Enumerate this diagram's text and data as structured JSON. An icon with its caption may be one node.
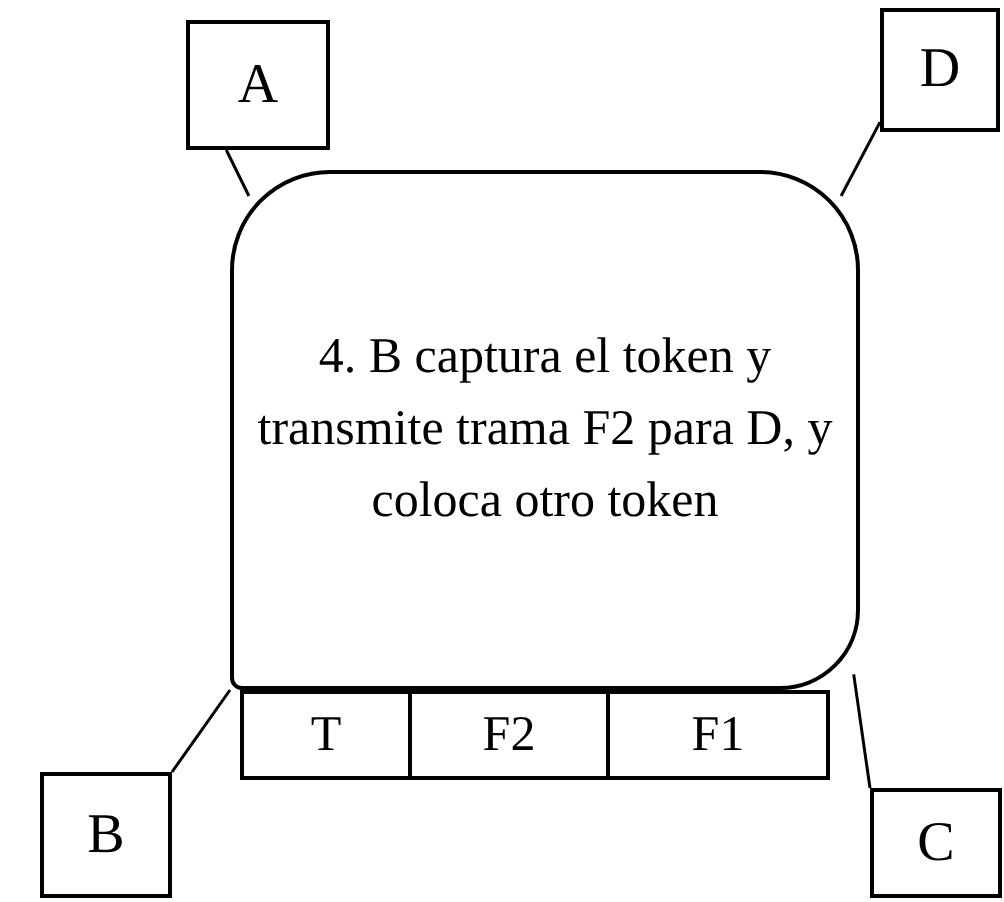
{
  "diagram": {
    "nodes": [
      {
        "text": [
          "A"
        ]
      },
      {
        "text": [
          "D"
        ]
      },
      {
        "text": [
          "4. B captura el token y transmite trama F2 para D, y coloca otro token"
        ]
      },
      {
        "text": [
          "T"
        ]
      },
      {
        "text": [
          "F2"
        ]
      },
      {
        "text": [
          "F1"
        ]
      },
      {
        "text": [
          "B"
        ]
      },
      {
        "text": [
          "C"
        ]
      }
    ],
    "edges": [
      {
        "from": 0,
        "to": 2,
        "arrow": "none"
      },
      {
        "from": 1,
        "to": 2,
        "arrow": "none"
      },
      {
        "from": 6,
        "to": 2,
        "arrow": "none"
      },
      {
        "from": 7,
        "to": 2,
        "arrow": "none"
      }
    ]
  }
}
